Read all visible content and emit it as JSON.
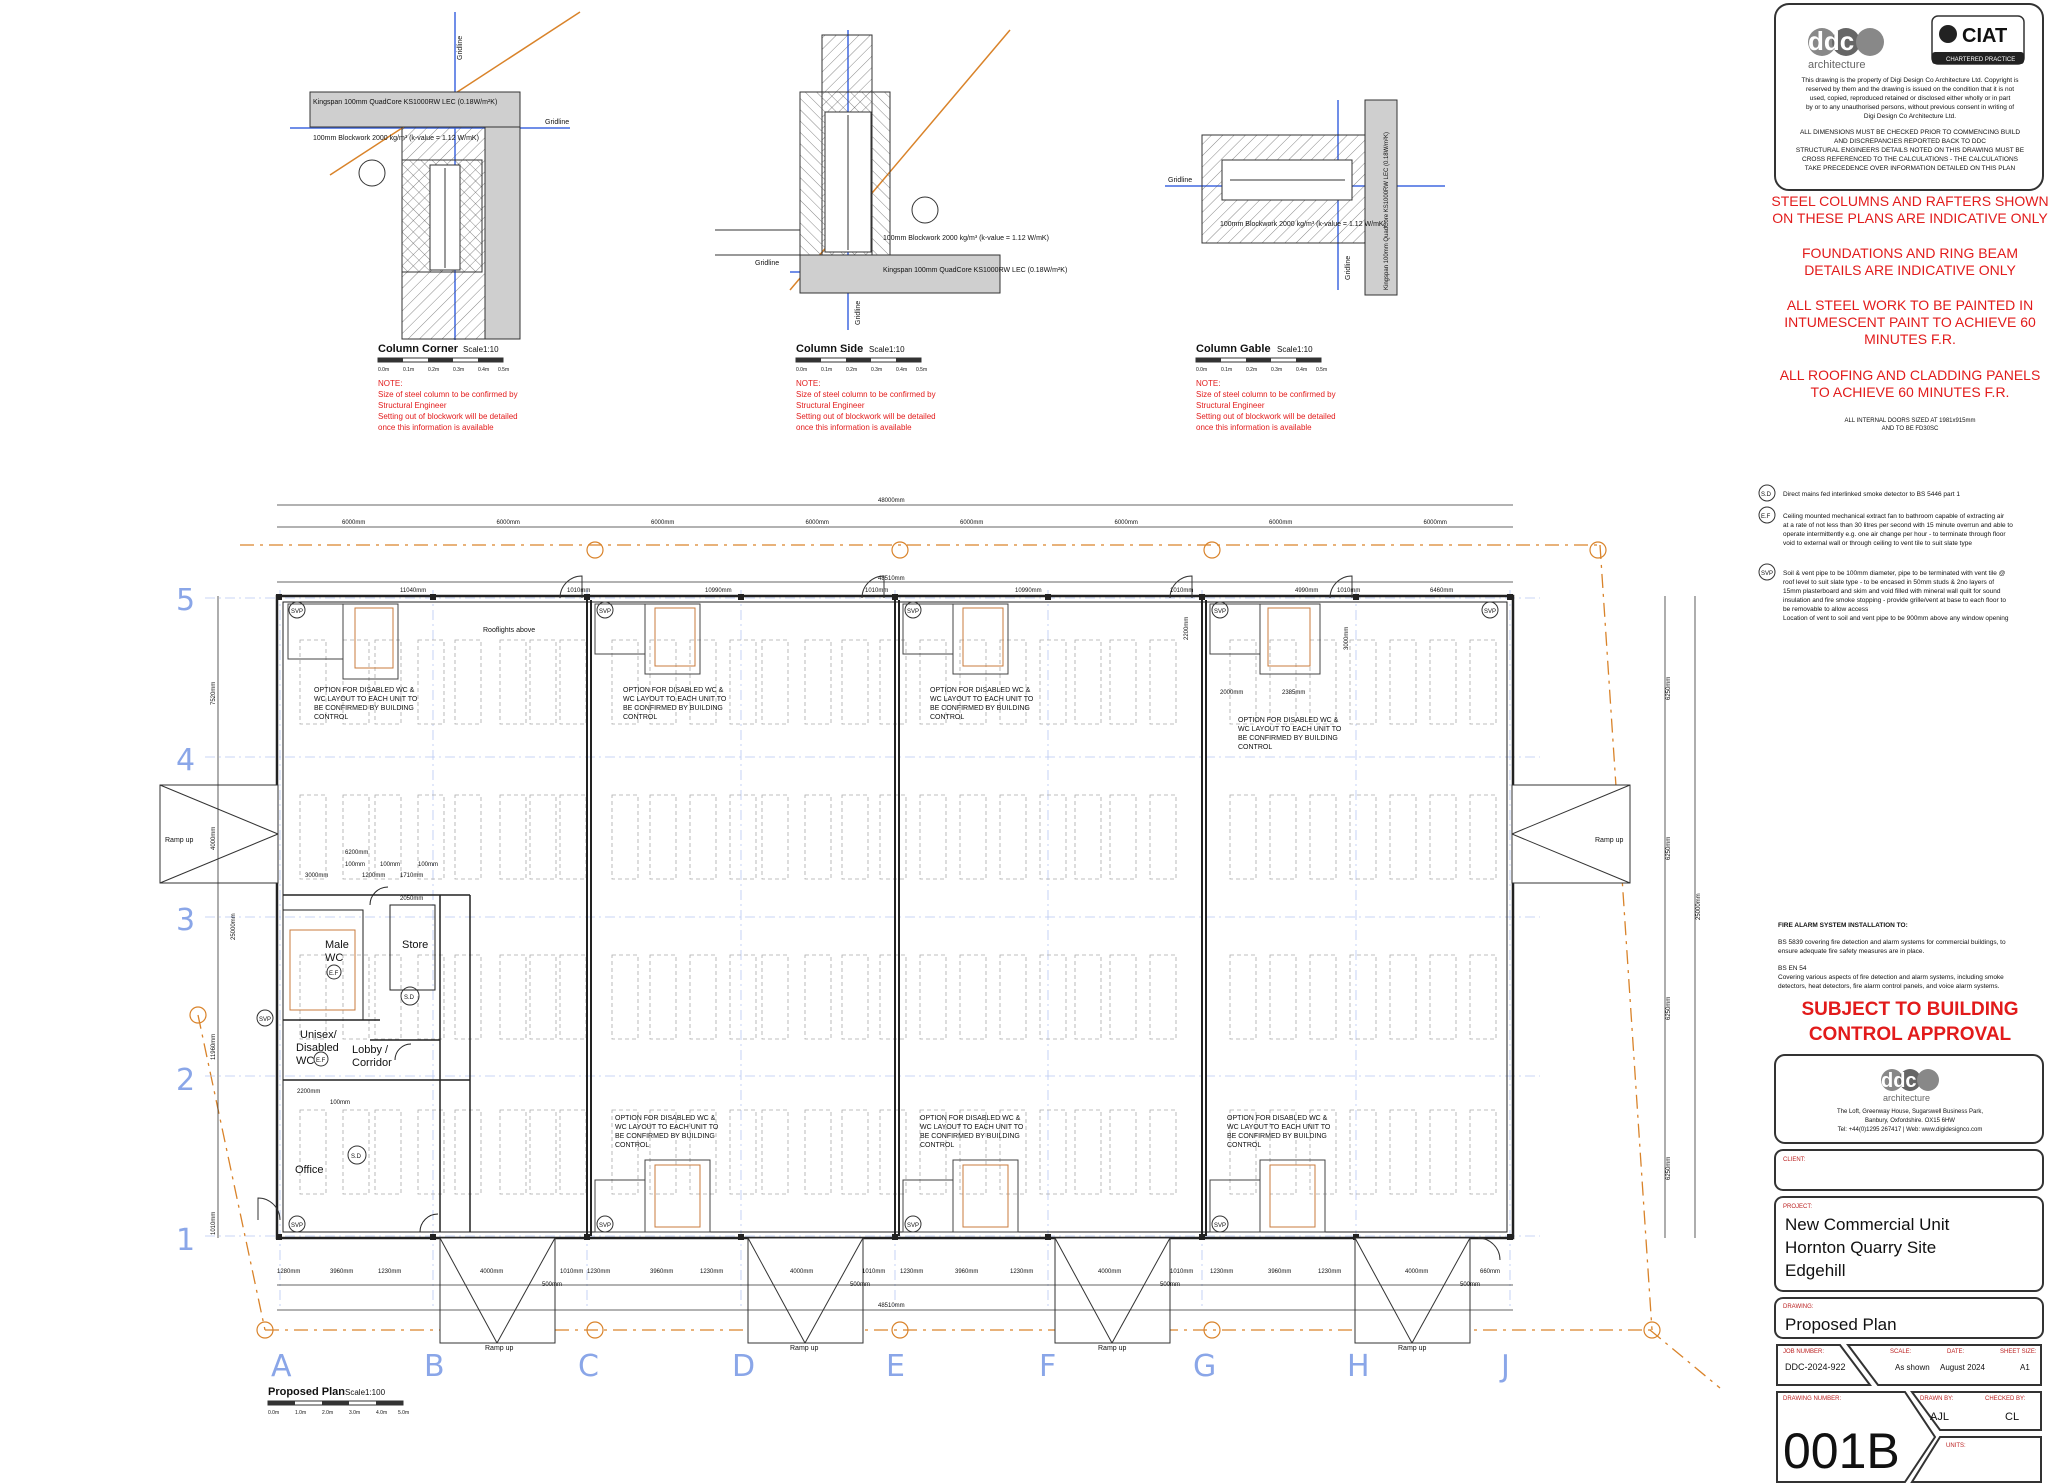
{
  "details": [
    {
      "title": "Column Corner",
      "scale": "Scale1:10",
      "spec_top": "Kingspan 100mm QuadCore KS1000RW LEC (0.18W/m²K)",
      "spec_bottom": "100mm Blockwork 2000 kg/m³ (k-value = 1.12 W/mK)",
      "gridline_a": "Gridline",
      "gridline_b": "Gridline"
    },
    {
      "title": "Column Side",
      "scale": "Scale1:10",
      "spec_top": "100mm Blockwork 2000 kg/m³ (k-value = 1.12 W/mK)",
      "spec_bottom": "Kingspan 100mm QuadCore KS1000RW LEC (0.18W/m²K)",
      "gridline_a": "Gridline",
      "gridline_b": "Gridline"
    },
    {
      "title": "Column Gable",
      "scale": "Scale1:10",
      "spec_top": "100mm Blockwork 2000 kg/m³ (k-value = 1.12 W/mK)",
      "spec_bottom": "Kingspan 100mm QuadCore KS1000RW LEC (0.18W/m²K)",
      "gridline_a": "Gridline",
      "gridline_b": "Gridline"
    }
  ],
  "detail_note": {
    "heading": "NOTE:",
    "line1": "Size of steel column to be confirmed by",
    "line2": "Structural Engineer",
    "line3": "Setting out of blockwork will be detailed",
    "line4": "once this information is available"
  },
  "scale_ticks": [
    "0.0m",
    "0.1m",
    "0.2m",
    "0.3m",
    "0.4m",
    "0.5m"
  ],
  "plan": {
    "title": "Proposed Plan",
    "scale": "Scale1:100",
    "scale_ticks": [
      "0.0m",
      "1.0m",
      "2.0m",
      "3.0m",
      "4.0m",
      "5.0m"
    ],
    "grid_letters": [
      "A",
      "B",
      "C",
      "D",
      "E",
      "F",
      "G",
      "H",
      "J"
    ],
    "grid_numbers": [
      "5",
      "4",
      "3",
      "2",
      "1"
    ],
    "overall_top": "48000mm",
    "overall_inner": "48510mm",
    "bays": [
      "6000mm",
      "6000mm",
      "6000mm",
      "6000mm",
      "6000mm",
      "6000mm",
      "6000mm",
      "6000mm"
    ],
    "units_top": [
      "11040mm",
      "1010mm",
      "10990mm",
      "1010mm",
      "10990mm",
      "1010mm",
      "4990mm",
      "1010mm",
      "6460mm"
    ],
    "bottom_dims": [
      "1280mm",
      "3960mm",
      "1230mm",
      "4000mm",
      "1010mm",
      "1230mm",
      "3960mm",
      "1230mm",
      "4000mm",
      "1010mm",
      "1230mm",
      "3960mm",
      "1230mm",
      "4000mm",
      "1010mm",
      "1230mm",
      "3960mm",
      "1230mm",
      "4000mm",
      "660mm"
    ],
    "bottom_small": [
      "500mm",
      "500mm",
      "500mm",
      "500mm"
    ],
    "bottom_overall": "48510mm",
    "right_dims": [
      "6250mm",
      "6250mm",
      "6250mm",
      "6250mm"
    ],
    "right_overall": "25000mm",
    "left_dims": [
      "7520mm",
      "4000mm",
      "25000mm",
      "11960mm",
      "1010mm"
    ],
    "ramp": "Ramp up",
    "rooflights": "Rooflights above",
    "option_note": [
      "OPTION FOR DISABLED WC &",
      "WC LAYOUT TO EACH UNIT TO",
      "BE CONFIRMED BY BUILDING",
      "CONTROL"
    ],
    "rooms": {
      "male": "Male",
      "male2": "WC",
      "unisex": "Unisex/",
      "disabled": "Disabled",
      "wc": "WC",
      "store": "Store",
      "lobby": "Lobby /",
      "corridor": "Corridor",
      "office": "Office"
    },
    "tags": {
      "svp": "SVP",
      "sd": "S.D",
      "ef": "E.F"
    },
    "office_dims": [
      "6200mm",
      "100mm",
      "100mm",
      "100mm",
      "3000mm",
      "1200mm",
      "1710mm",
      "2050mm",
      "2200mm",
      "100mm"
    ],
    "gable_dims": [
      "2200mm",
      "2000mm",
      "2385mm",
      "3000mm"
    ]
  },
  "sidebar": {
    "logo_text": "ddc",
    "logo_sub": "architecture",
    "ciat": "CIAT",
    "ciat_sub": "CHARTERED PRACTICE",
    "copyright": [
      "This drawing is the property of Digi Design Co Architecture Ltd. Copyright is",
      "reserved by them and the drawing is issued on the condition that it is not",
      "used, copied, reproduced retained or disclosed either wholly or in part",
      "by or to any unauthorised persons, without previous consent in writing of",
      "Digi Design Co Architecture Ltd."
    ],
    "dimensions_note": [
      "ALL DIMENSIONS MUST BE CHECKED PRIOR TO COMMENCING BUILD",
      "AND DISCREPANCIES REPORTED BACK TO DDC",
      "STRUCTURAL ENGINEERS DETAILS NOTED ON THIS DRAWING MUST BE",
      "CROSS REFERENCED TO THE CALCULATIONS - THE CALCULATIONS",
      "TAKE PRECEDENCE OVER INFORMATION DETAILED ON THIS PLAN"
    ],
    "red_notes": [
      [
        "STEEL COLUMNS AND RAFTERS SHOWN",
        "ON THESE PLANS ARE INDICATIVE ONLY"
      ],
      [
        "FOUNDATIONS AND RING BEAM",
        "DETAILS ARE INDICATIVE ONLY"
      ],
      [
        "ALL STEEL WORK TO BE PAINTED IN",
        "INTUMESCENT PAINT TO ACHIEVE 60",
        "MINUTES F.R."
      ],
      [
        "ALL ROOFING AND CLADDING PANELS",
        "TO ACHIEVE 60 MINUTES F.R."
      ]
    ],
    "doors_note": [
      "ALL INTERNAL DOORS SIZED AT 1981x915mm",
      "AND TO BE FD30SC"
    ],
    "legend": [
      {
        "tag": "S.D",
        "text": [
          "Direct mains fed interlinked smoke detector to BS 5446 part 1"
        ]
      },
      {
        "tag": "E.F",
        "text": [
          "Ceiling mounted mechanical extract fan to bathroom capable of extracting air",
          "at a rate of not less than 30 litres per second with 15 minute overrun and able to",
          "operate intermittently e.g. one air change per hour - to terminate through floor",
          "void to external wall or through ceiling to vent tile to suit slate type"
        ]
      },
      {
        "tag": "SVP",
        "text": [
          "Soil & vent pipe to be 100mm diameter, pipe to be terminated with vent tile @",
          "roof level to suit slate type - to be encased in 50mm studs & 2no layers of",
          "15mm plasterboard and skim and void filled with mineral wall quilt for sound",
          "insulation and fire smoke stopping - provide grille/vent at base to each floor to",
          "be removable to allow access",
          "Location of vent to soil and vent pipe to be 900mm above any window opening"
        ]
      }
    ],
    "fire_heading": "FIRE ALARM SYSTEM INSTALLATION TO:",
    "fire_lines": [
      "BS 5839 covering fire detection and alarm systems for commercial buildings, to",
      "ensure adequate fire safety measures are in place.",
      "BS EN 54",
      "Covering various aspects of fire detection and alarm systems, including smoke",
      "detectors, heat detectors, fire alarm control panels, and voice alarm systems."
    ],
    "approval": [
      "SUBJECT TO BUILDING",
      "CONTROL APPROVAL"
    ],
    "address": [
      "The Loft, Greenway House, Sugarswell Business Park,",
      "Banbury, Oxfordshire. OX15 6HW",
      "Tel: +44(0)1295 267417  |  Web: www.digidesignco.com"
    ],
    "client_label": "CLIENT:",
    "project_label": "PROJECT:",
    "project": [
      "New Commercial Unit",
      "Hornton Quarry Site",
      "Edgehill"
    ],
    "drawing_label": "DRAWING:",
    "drawing": "Proposed Plan",
    "job_label": "JOB NUMBER:",
    "job": "DDC-2024-922",
    "scale_label": "SCALE:",
    "scale": "As shown",
    "date_label": "DATE:",
    "date": "August 2024",
    "sheet_label": "SHEET SIZE:",
    "sheet": "A1",
    "drawing_no_label": "DRAWING NUMBER:",
    "drawing_no": "001B",
    "drawn_label": "DRAWN BY:",
    "drawn": "AJL",
    "checked_label": "CHECKED BY:",
    "checked": "CL",
    "units_label": "UNITS:"
  }
}
